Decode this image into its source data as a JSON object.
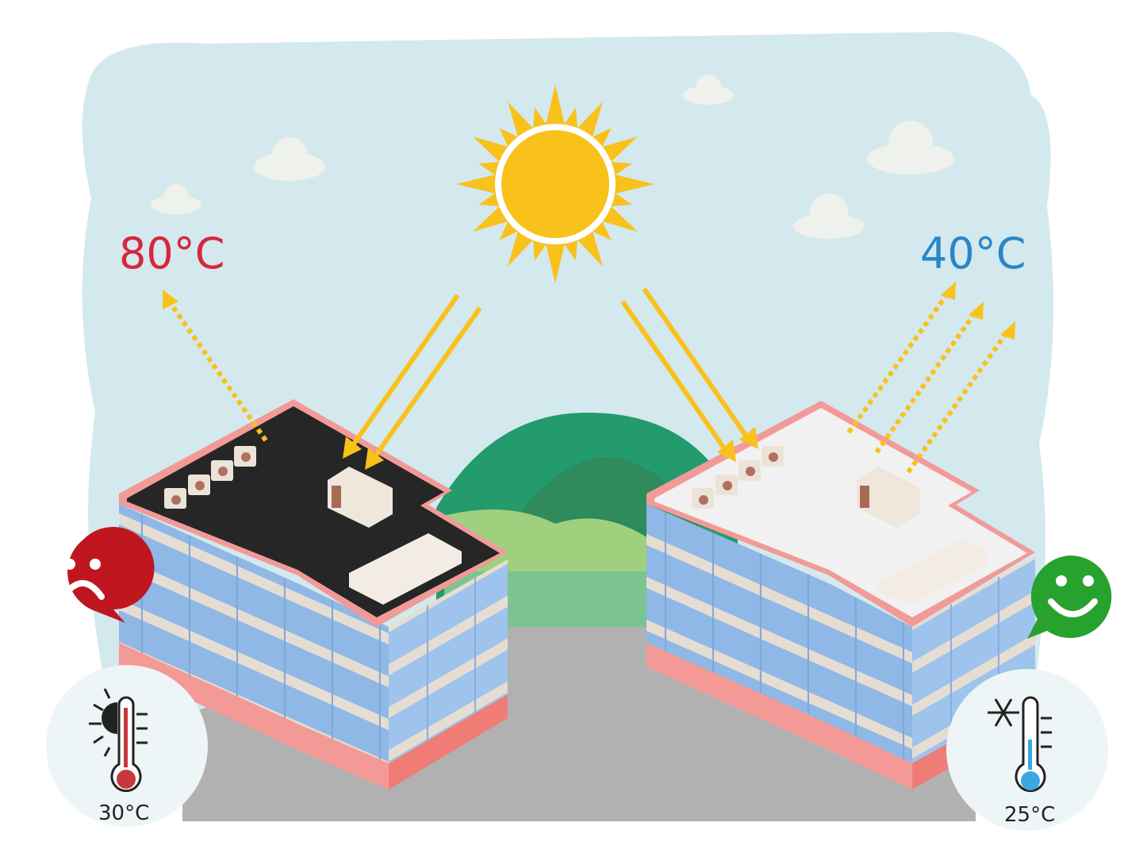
{
  "labels": {
    "dark_roof_temp": "80°C",
    "cool_roof_temp": "40°C",
    "dark_indoor_temp": "30°C",
    "cool_indoor_temp": "25°C"
  },
  "colors": {
    "hot": "#d7263d",
    "cool": "#2a86c8",
    "sun": "#f9c11c",
    "sky": "#d3e9ee",
    "sad_face": "#c0161f",
    "happy_face": "#27a22f"
  },
  "icons": [
    "sun-icon",
    "cloud-icon",
    "sad-face-icon",
    "happy-face-icon",
    "thermometer-sun-icon",
    "thermometer-snowflake-icon"
  ]
}
